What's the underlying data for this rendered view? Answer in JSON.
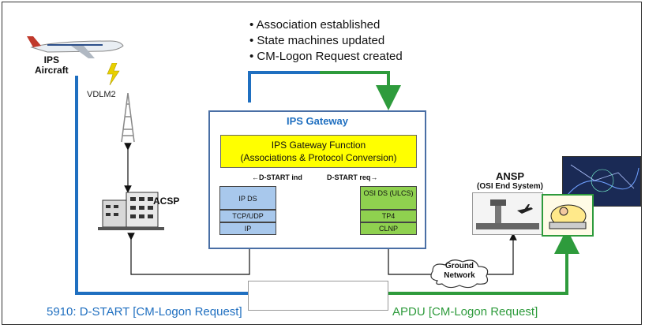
{
  "bullets": [
    "Association established",
    "State machines updated",
    "CM-Logon Request created"
  ],
  "aircraft": {
    "label_line1": "IPS",
    "label_line2": "Aircraft",
    "link_label": "VDLM2"
  },
  "acsp_label": "ACSP",
  "gateway": {
    "title": "IPS Gateway",
    "function_line1": "IPS Gateway Function",
    "function_line2": "(Associations & Protocol Conversion)",
    "ind_label": "←D-START ind",
    "req_label": "D-START req→",
    "left_stack": [
      "IP DS",
      "TCP/UDP",
      "IP"
    ],
    "right_stack": [
      "OSI DS (ULCS)",
      "TP4",
      "CLNP"
    ]
  },
  "ansp": {
    "label_line1": "ANSP",
    "label_line2": "(OSI End System)"
  },
  "ground_network": {
    "line1": "Ground",
    "line2": "Network"
  },
  "bottom_left_label": "5910: D-START [CM-Logon Request]",
  "bottom_right_label": "APDU [CM-Logon Request]",
  "colors": {
    "blue": "#1f6fc0",
    "green": "#2e9b3c",
    "yellow": "#ffff00"
  }
}
